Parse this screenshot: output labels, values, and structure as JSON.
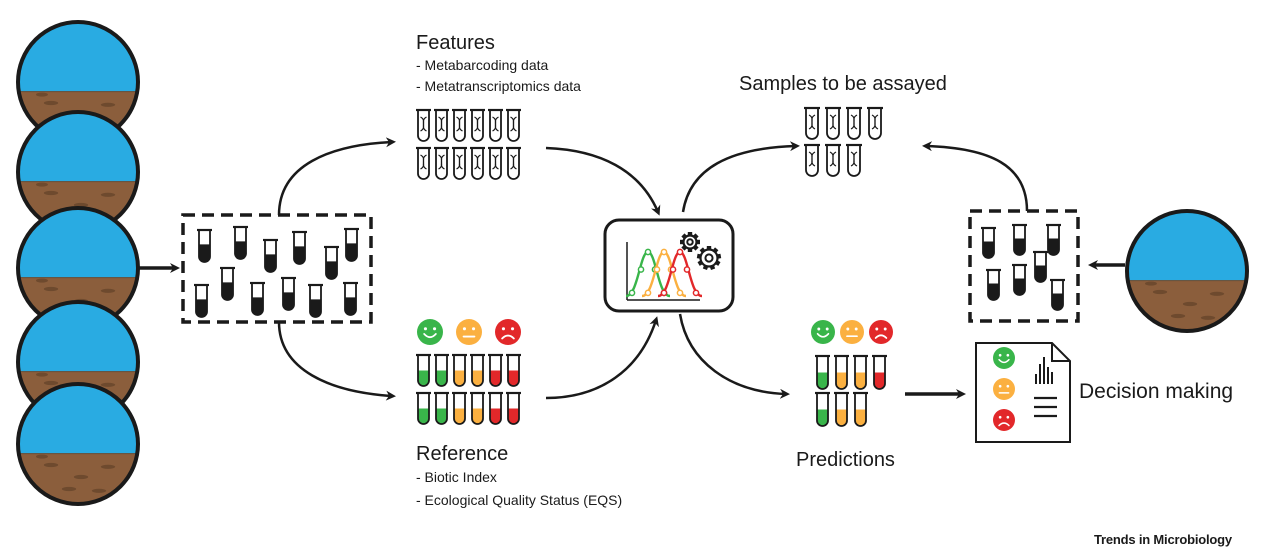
{
  "features": {
    "heading": "Features",
    "items": [
      "- Metabarcoding data",
      "- Metatranscriptomics data"
    ]
  },
  "samples_to_assay": {
    "heading": "Samples to be assayed"
  },
  "reference": {
    "heading": "Reference",
    "items": [
      "- Biotic Index",
      "- Ecological Quality Status (EQS)"
    ]
  },
  "predictions": {
    "heading": "Predictions"
  },
  "decision": {
    "label": "Decision making"
  },
  "footer": {
    "credit": "Trends in Microbiology"
  },
  "colors": {
    "water": "#29abe2",
    "sediment": "#8b5e3c",
    "good": "#39b54a",
    "moderate": "#fbb040",
    "bad": "#e2282a",
    "outline": "#1a1a1a"
  },
  "icons": [
    "water-sample-icon",
    "test-tube-icon",
    "smiley-icon",
    "gear-icon",
    "report-icon",
    "arrow-icon"
  ]
}
